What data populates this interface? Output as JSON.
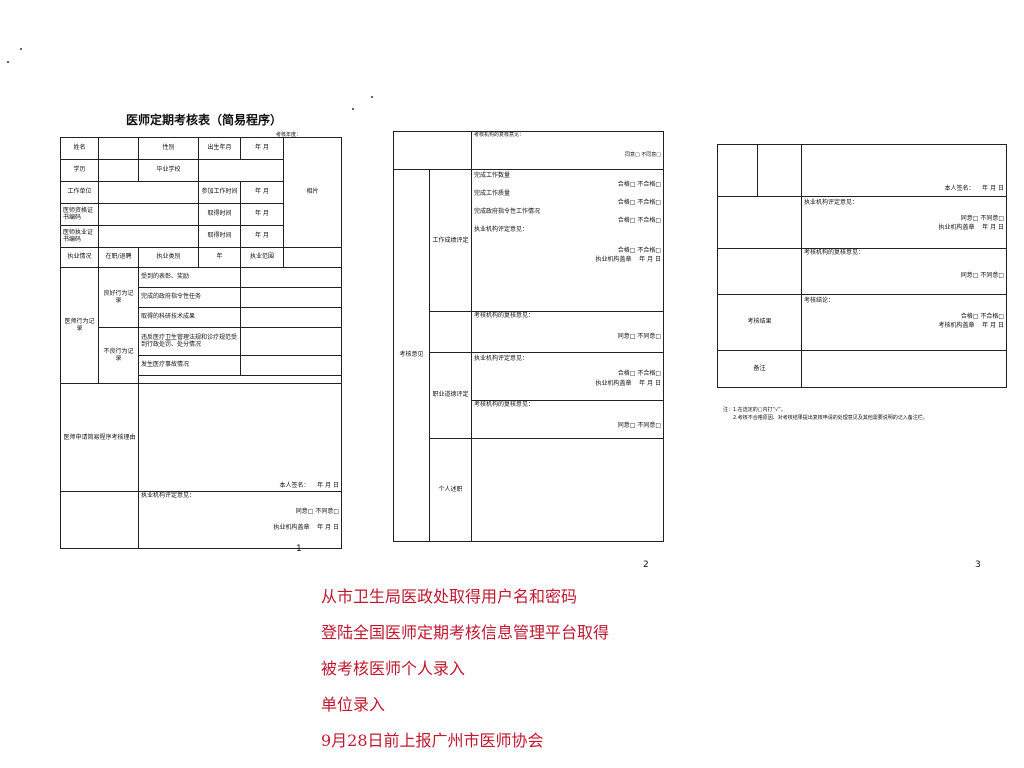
{
  "page1": {
    "title": "医师定期考核表（简易程序）",
    "year_label": "考核年度：",
    "name": "姓名",
    "gender": "性别",
    "birth": "出生年月",
    "ym": "年 月",
    "education": "学历",
    "school": "毕业学校",
    "photo": "相片",
    "workplace": "工作单位",
    "join_time": "参加工作时间",
    "qual_cert": "医师资格证书编码",
    "obtain_time": "取得时间",
    "prac_cert": "医师执业证书编码",
    "practice_status": "执业情况",
    "onjob": "在职/退聘",
    "prac_category": "执业类别",
    "year": "年",
    "prac_scope": "执业范围",
    "conduct_record": "医师行为记录",
    "good_record": "良好行为记录",
    "awards": "受到的表彰、奖励",
    "gov_tasks": "完成的政府指令性任务",
    "research": "取得的科研技术成果",
    "bad_record": "不良行为记录",
    "violations": "违反医疗卫生管理法规和诊疗规范受到行政处罚、处分情况",
    "accidents": "发生医疗事故情况",
    "apply_reason": "医师申请简易程序考核理由",
    "signature": "本人签名：",
    "date": "年 月 日",
    "org_opinion": "执业机构评定意见：",
    "agree_disagree": "同意□ 不同意□",
    "org_seal": "执业机构盖章",
    "page_num": "1"
  },
  "page2": {
    "review_opinion": "考核机构的复核意见：",
    "agree_disagree": "同意□ 不同意□",
    "assessment_opinion": "考核意见",
    "work_performance": "工作成绩评定",
    "workload": "完成工作数量",
    "quality": "完成工作质量",
    "gov_work": "完成政府指令性工作情况",
    "org_eval": "执业机构评定意见：",
    "pass_fail": "合格□ 不合格□",
    "org_seal": "执业机构盖章",
    "date": "年 月 日",
    "ethics": "职业道德评定",
    "personal_statement": "个人述职",
    "page_num": "2"
  },
  "page3": {
    "signature": "本人签名：",
    "date": "年 月 日",
    "org_eval": "执业机构评定意见：",
    "agree_disagree": "同意□ 不同意□",
    "org_seal": "执业机构盖章",
    "review_opinion": "考核机构的复核意见：",
    "result": "考核结果",
    "conclusion": "考核结论：",
    "pass_fail": "合格□ 不合格□",
    "assess_seal": "考核机构盖章",
    "remarks": "备注",
    "note1": "注：1.在选定的□内打“√”。",
    "note2": "2.考核不合格原因、对考核结果提出复核申请的处理意见及其他需要说明的记入备注栏。",
    "page_num": "3"
  },
  "steps": [
    "从市卫生局医政处取得用户名和密码",
    "登陆全国医师定期考核信息管理平台取得",
    "被考核医师个人录入",
    "单位录入",
    "9月28日前上报广州市医师协会"
  ]
}
